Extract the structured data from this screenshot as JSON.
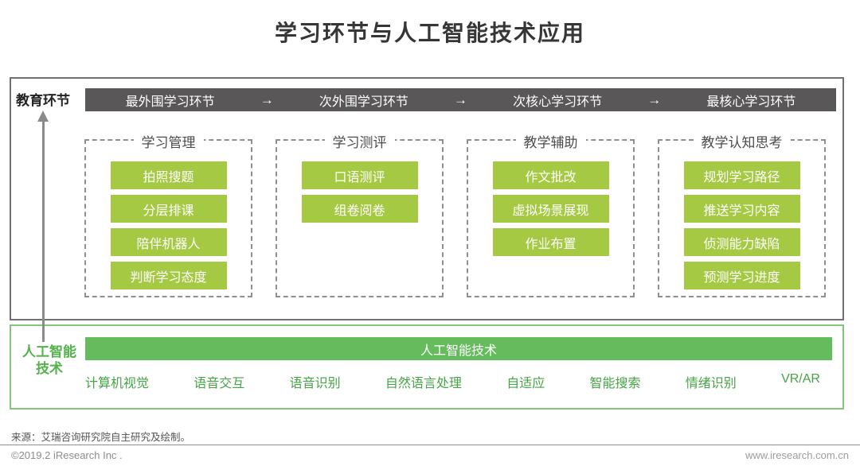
{
  "title": "学习环节与人工智能技术应用",
  "education": {
    "label": "教育环节",
    "stage_arrow": "→",
    "stages": [
      "最外围学习环节",
      "次外围学习环节",
      "次核心学习环节",
      "最核心学习环节"
    ],
    "groups": [
      {
        "title": "学习管理",
        "items": [
          "拍照搜题",
          "分层排课",
          "陪伴机器人",
          "判断学习态度"
        ]
      },
      {
        "title": "学习测评",
        "items": [
          "口语测评",
          "组卷阅卷"
        ]
      },
      {
        "title": "教学辅助",
        "items": [
          "作文批改",
          "虚拟场景展现",
          "作业布置"
        ]
      },
      {
        "title": "教学认知思考",
        "items": [
          "规划学习路径",
          "推送学习内容",
          "侦测能力缺陷",
          "预测学习进度"
        ]
      }
    ]
  },
  "ai": {
    "label_line1": "人工智能",
    "label_line2": "技术",
    "bar_title": "人工智能技术",
    "technologies": [
      "计算机视觉",
      "语音交互",
      "语音识别",
      "自然语言处理",
      "自适应",
      "智能搜索",
      "情绪识别",
      "VR/AR"
    ]
  },
  "footer": {
    "source": "来源：艾瑞咨询研究院自主研究及绘制。",
    "copyright": "©2019.2 iResearch Inc .",
    "website": "www.iresearch.com.cn"
  },
  "colors": {
    "dark_bar_gray": "#595757",
    "pill_green": "#a6c943",
    "ai_bar_green": "#66bb5d",
    "ai_border_green": "#85c67d",
    "ai_text_green": "#46a447",
    "connector_gray": "#8b8b8b"
  }
}
